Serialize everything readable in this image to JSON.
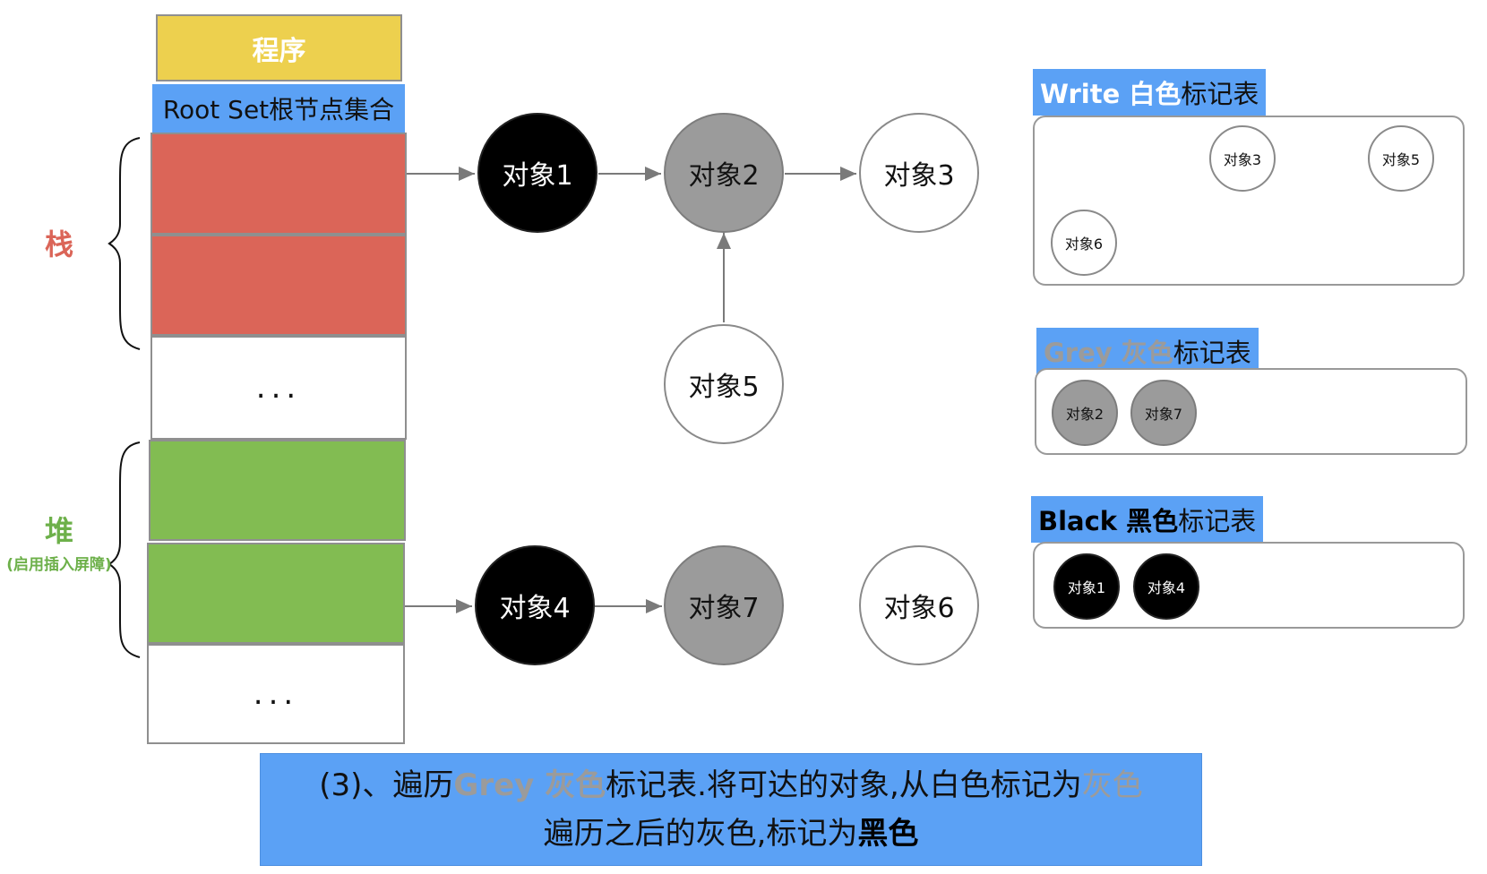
{
  "program_label": "程序",
  "rootset_label": "Root Set根节点集合",
  "stack_label": "栈",
  "heap_label": "堆",
  "heap_note": "(启用插入屏障)",
  "stack_cells": [
    "",
    "",
    "..."
  ],
  "heap_cells": [
    "",
    "",
    "..."
  ],
  "nodes": {
    "obj1": "对象1",
    "obj2": "对象2",
    "obj3": "对象3",
    "obj4": "对象4",
    "obj5": "对象5",
    "obj6": "对象6",
    "obj7": "对象7"
  },
  "tables": {
    "white": {
      "title_bold": "Write 白色",
      "title_rest": "标记表",
      "items": [
        "对象3",
        "对象5",
        "对象6"
      ]
    },
    "grey": {
      "title_bold": "Grey 灰色",
      "title_rest": "标记表",
      "items": [
        "对象2",
        "对象7"
      ]
    },
    "black": {
      "title_bold": "Black 黑色",
      "title_rest": "标记表",
      "items": [
        "对象1",
        "对象4"
      ]
    }
  },
  "caption": {
    "p1": "(3)、遍历",
    "p2": "Grey 灰色",
    "p3": "标记表.将可达的对象,从白色标记为",
    "p4": "灰色",
    "p5": "遍历之后的灰色,标记为",
    "p6": "黑色"
  },
  "colors": {
    "stack_red": "#DB6558",
    "heap_green": "#82BC52",
    "program_yellow": "#EDD04E",
    "label_blue": "#5BA1F5",
    "grey_node": "#9B9B9B"
  }
}
